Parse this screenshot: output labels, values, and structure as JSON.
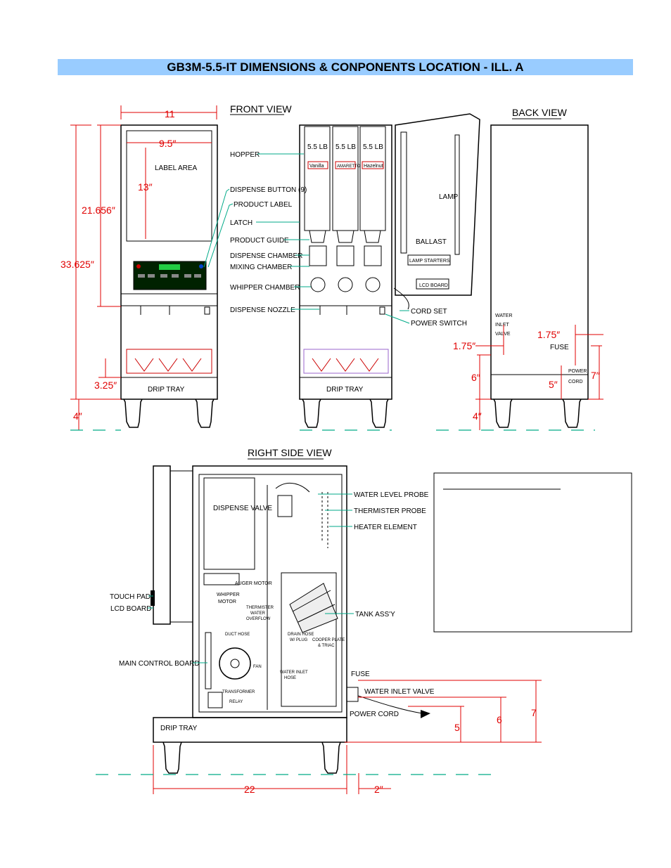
{
  "title": "GB3M-5.5-IT DIMENSIONS & CONPONENTS LOCATION -  ILL. A",
  "views": {
    "front": "FRONT VIEW",
    "back": "BACK VIEW",
    "right_side": "RIGHT SIDE VIEW"
  },
  "front_left": {
    "label_area": "LABEL AREA",
    "drip_tray": "DRIP TRAY",
    "dims": {
      "width": "11",
      "label_width": "9.5″",
      "label_height": "13″",
      "upper_height": "21.656″",
      "total_height": "33.625″",
      "tray_height": "3.25″",
      "leg_height": "4″"
    }
  },
  "front_open": {
    "hoppers": [
      "5.5 LB",
      "5.5 LB",
      "5.5 LB"
    ],
    "flavors": [
      "Vanilla",
      "AMARETTO",
      "Hazelnut"
    ],
    "drip_tray": "DRIP TRAY",
    "lamp": "LAMP",
    "ballast": "BALLAST",
    "lamp_starters": "LAMP STARTERS",
    "lcd_board": "LCD BOARD",
    "callouts_left": [
      "HOPPER",
      "DISPENSE BUTTON (9)",
      "PRODUCT LABEL",
      "LATCH",
      "PRODUCT GUIDE",
      "DISPENSE CHAMBER",
      "MIXING CHAMBER",
      "WHIPPER CHAMBER",
      "DISPENSE NOZZLE"
    ],
    "callouts_right": [
      "CORD SET",
      "POWER SWITCH"
    ]
  },
  "back": {
    "water_inlet_valve": [
      "WATER",
      "INLET",
      "VALVE"
    ],
    "fuse": "FUSE",
    "power_cord": [
      "POWER",
      "CORD"
    ],
    "dims": {
      "left_offset": "1.75″",
      "right_offset": "1.75″",
      "six": "6″",
      "seven": "7″",
      "five": "5″",
      "leg": "4″"
    }
  },
  "side": {
    "dispense_valve": "DISPENSE VALVE",
    "callouts_right": [
      "WATER LEVEL PROBE",
      "THERMISTER PROBE",
      "HEATER ELEMENT",
      "TANK ASS'Y"
    ],
    "touch_pad": "TOUCH PAD",
    "lcd_board": "LCD BOARD",
    "main_control_board": "MAIN CONTROL BOARD",
    "auger_motor": "AUGER MOTOR",
    "whipper_motor": [
      "WHIPPER",
      "MOTOR"
    ],
    "thermister_overflow": [
      "THERMISTER",
      "WATER",
      "OVERFLOW"
    ],
    "duct_hose": "DUCT HOSE",
    "fan": "FAN",
    "drain_hose": [
      "DRAIN HOSE",
      "W/ PLUG"
    ],
    "copper_plate": [
      "COOPER PLATE",
      "& TRIAC"
    ],
    "water_inlet_hose": [
      "WATER INLET",
      "HOSE"
    ],
    "transformer": "TRANSFORMER",
    "relay": "RELAY",
    "fuse": "FUSE",
    "water_inlet_valve": "WATER INLET VALVE",
    "power_cord": "POWER CORD",
    "drip_tray": "DRIP TRAY",
    "dims": {
      "depth": "22",
      "rear": "2″",
      "five": "5",
      "six": "6",
      "seven": "7"
    }
  },
  "colors": {
    "title_bg": "#99ccff",
    "dimension": "#e00000",
    "leader": "#00aa88",
    "panel": "#004400",
    "display": "#22cc44"
  }
}
